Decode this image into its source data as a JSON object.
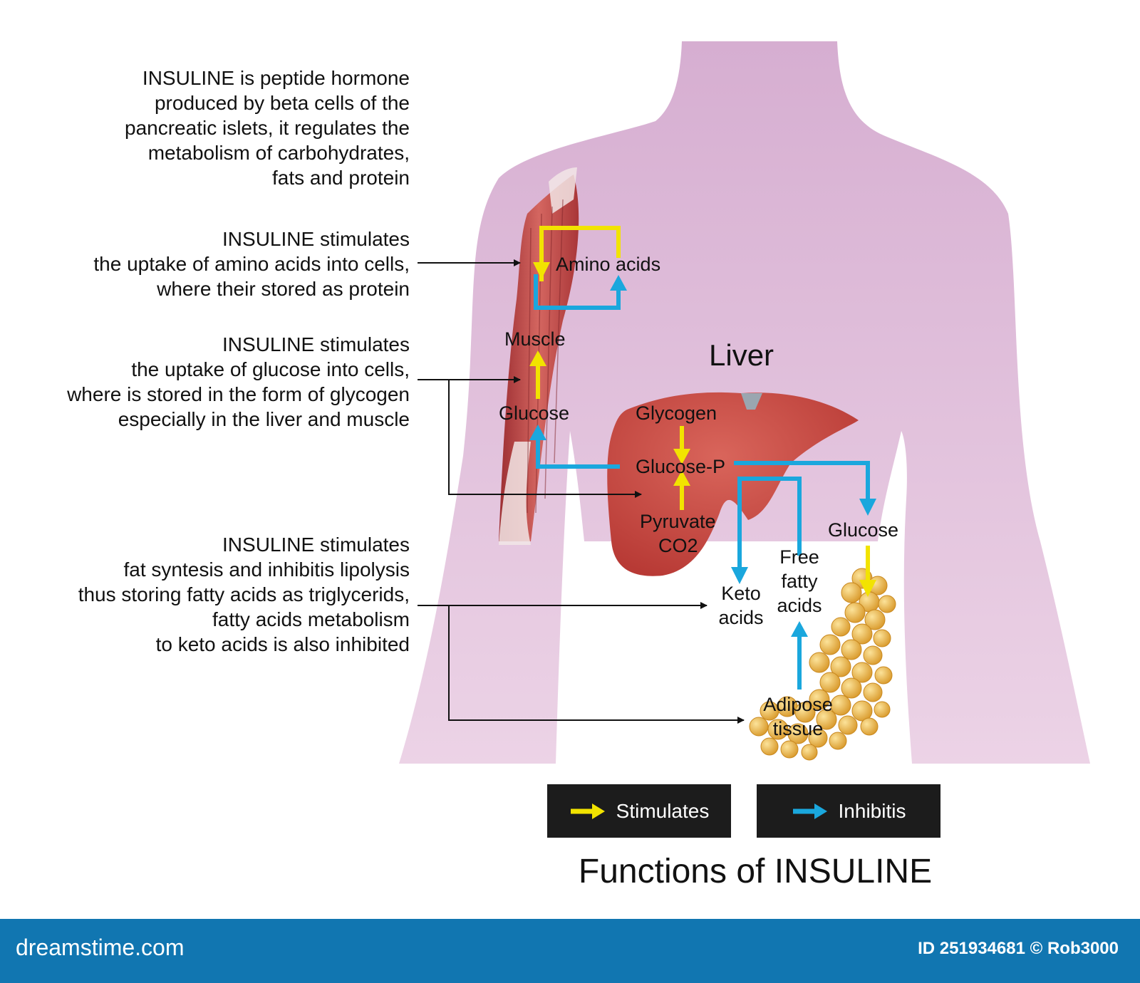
{
  "descriptions": {
    "intro": [
      "INSULINE is peptide hormone",
      "produced by beta cells of the",
      "pancreatic islets, it regulates the",
      "metabolism of carbohydrates,",
      "fats and protein"
    ],
    "amino": [
      "INSULINE stimulates",
      "the uptake of amino acids into cells,",
      "where their stored as protein"
    ],
    "glucose": [
      "INSULINE stimulates",
      "the uptake of glucose into cells,",
      "where is stored in the form of glycogen",
      "especially in the liver and muscle"
    ],
    "fat": [
      "INSULINE stimulates",
      "fat syntesis and inhibitis lipolysis",
      "thus storing fatty acids as triglycerids,",
      "fatty acids metabolism",
      "to keto acids is also inhibited"
    ]
  },
  "labels": {
    "amino_acids": "Amino acids",
    "muscle": "Muscle",
    "glucose_muscle": "Glucose",
    "liver": "Liver",
    "glycogen": "Glycogen",
    "glucose_p": "Glucose-P",
    "pyruvate": "Pyruvate",
    "co2": "CO2",
    "glucose_right": "Glucose",
    "free_fatty_acids": [
      "Free",
      "fatty",
      "acids"
    ],
    "keto_acids": [
      "Keto",
      "acids"
    ],
    "adipose_tissue": [
      "Adipose",
      "tissue"
    ]
  },
  "legend": {
    "stimulates": "Stimulates",
    "inhibits": "Inhibitis"
  },
  "title": "Functions of INSULINE",
  "footer": {
    "brand": "dreamstime.com",
    "id": "ID 251934681 © Rob3000"
  },
  "colors": {
    "body": "#d8b2d3",
    "stimulate_arrow": "#f2e300",
    "inhibit_arrow": "#1aa7dd",
    "liver": "#c9453e",
    "muscle": "#c8504c",
    "adipose": "#e8b347",
    "footer": "#1176b1"
  }
}
